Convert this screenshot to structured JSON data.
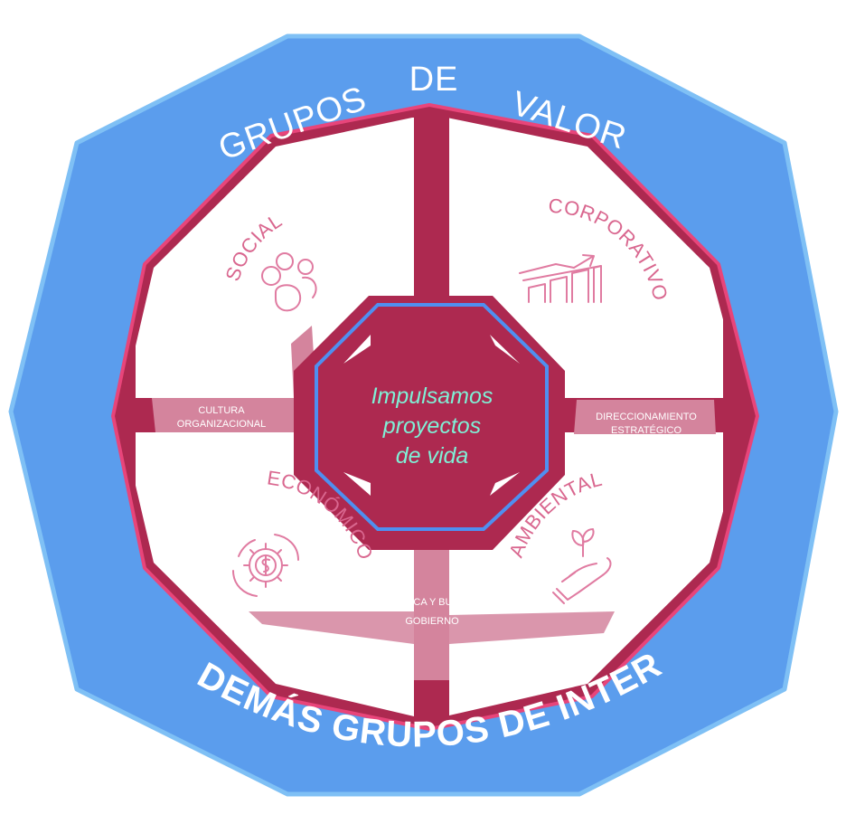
{
  "diagram": {
    "outer_ring": {
      "top_words": [
        "GRUPOS",
        "DE",
        "VALOR"
      ],
      "bottom_text": "Y DEMÁS GRUPOS DE INTERÉS"
    },
    "quadrants": {
      "social": {
        "label": "SOCIAL",
        "icon": "people-group-icon"
      },
      "corporativo": {
        "label": "CORPORATIVO",
        "icon": "growth-chart-icon"
      },
      "economico": {
        "label": "ECONÓMICO",
        "icon": "dollar-gear-icon"
      },
      "ambiental": {
        "label": "AMBIENTAL",
        "icon": "hand-plant-icon"
      }
    },
    "bands": {
      "left": {
        "line1": "CULTURA",
        "line2": "ORGANIZACIONAL"
      },
      "right": {
        "line1": "DIRECCIONAMIENTO",
        "line2": "ESTRATÉGICO"
      },
      "bottom": {
        "line1": "ÉTICA Y BUEN",
        "line2": "GOBIERNO"
      }
    },
    "center": {
      "line1": "Impulsamos",
      "line2": "proyectos",
      "line3": "de vida"
    },
    "colors": {
      "outer_fill": "#5b9ded",
      "outer_stroke": "#7fc0f5",
      "ring_fill": "#ad2950",
      "ring_stroke": "#e8457a",
      "quadrant_fill": "#ffffff",
      "band_fill": "#d4849d",
      "icon_color": "#e07ba1",
      "center_text": "#7ff0d6",
      "center_inner_stroke": "#4f8ff0"
    }
  }
}
